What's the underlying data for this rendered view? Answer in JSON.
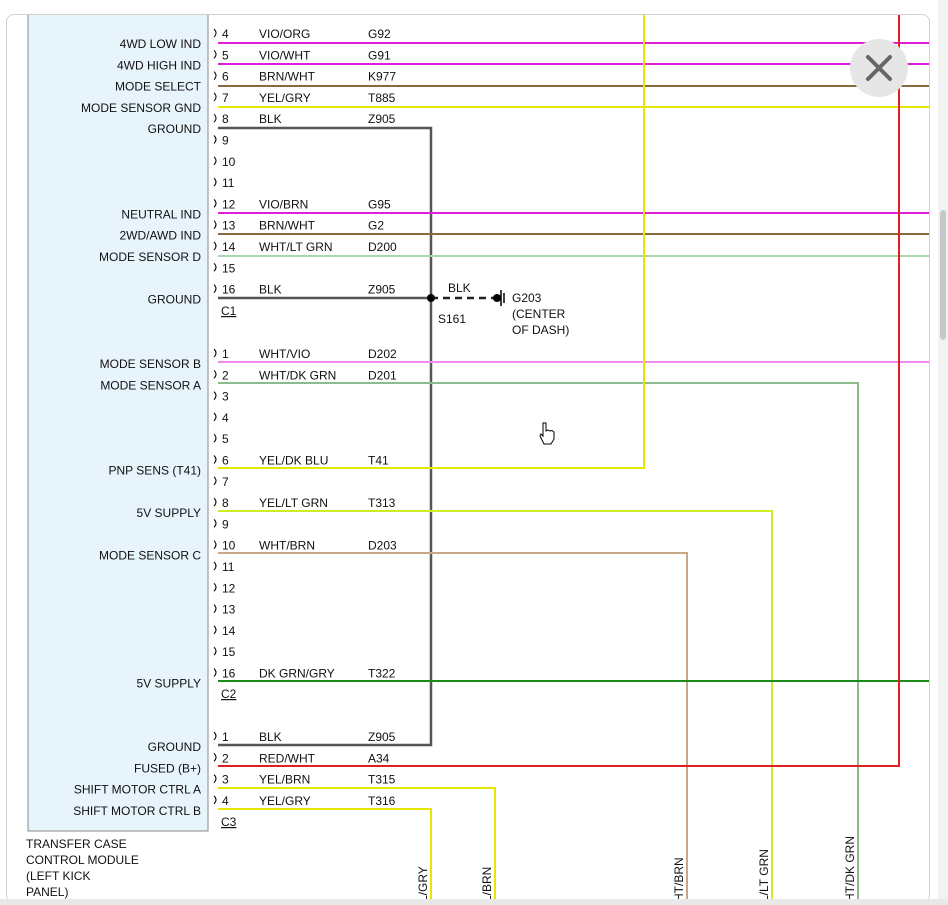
{
  "module": {
    "name_lines": [
      "TRANSFER CASE",
      "CONTROL MODULE",
      "(LEFT KICK",
      "PANEL)"
    ]
  },
  "connectors": [
    {
      "id": "C1",
      "pins": [
        {
          "pin": "4",
          "label": "4WD LOW IND",
          "color": "VIO/ORG",
          "circuit": "G92"
        },
        {
          "pin": "5",
          "label": "4WD HIGH IND",
          "color": "VIO/WHT",
          "circuit": "G91"
        },
        {
          "pin": "6",
          "label": "MODE SELECT",
          "color": "BRN/WHT",
          "circuit": "K977"
        },
        {
          "pin": "7",
          "label": "MODE SENSOR GND",
          "color": "YEL/GRY",
          "circuit": "T885"
        },
        {
          "pin": "8",
          "label": "GROUND",
          "color": "BLK",
          "circuit": "Z905"
        },
        {
          "pin": "9"
        },
        {
          "pin": "10"
        },
        {
          "pin": "11"
        },
        {
          "pin": "12",
          "label": "NEUTRAL IND",
          "color": "VIO/BRN",
          "circuit": "G95"
        },
        {
          "pin": "13",
          "label": "2WD/AWD IND",
          "color": "BRN/WHT",
          "circuit": "G2"
        },
        {
          "pin": "14",
          "label": "MODE SENSOR D",
          "color": "WHT/LT GRN",
          "circuit": "D200"
        },
        {
          "pin": "15"
        },
        {
          "pin": "16",
          "label": "GROUND",
          "color": "BLK",
          "circuit": "Z905"
        }
      ]
    },
    {
      "id": "C2",
      "pins": [
        {
          "pin": "1",
          "label": "MODE SENSOR B",
          "color": "WHT/VIO",
          "circuit": "D202"
        },
        {
          "pin": "2",
          "label": "MODE SENSOR A",
          "color": "WHT/DK GRN",
          "circuit": "D201"
        },
        {
          "pin": "3"
        },
        {
          "pin": "4"
        },
        {
          "pin": "5"
        },
        {
          "pin": "6",
          "label": "PNP SENS (T41)",
          "color": "YEL/DK BLU",
          "circuit": "T41"
        },
        {
          "pin": "7"
        },
        {
          "pin": "8",
          "label": "5V SUPPLY",
          "color": "YEL/LT GRN",
          "circuit": "T313"
        },
        {
          "pin": "9"
        },
        {
          "pin": "10",
          "label": "MODE SENSOR C",
          "color": "WHT/BRN",
          "circuit": "D203"
        },
        {
          "pin": "11"
        },
        {
          "pin": "12"
        },
        {
          "pin": "13"
        },
        {
          "pin": "14"
        },
        {
          "pin": "15"
        },
        {
          "pin": "16",
          "label": "5V SUPPLY",
          "color": "DK GRN/GRY",
          "circuit": "T322"
        }
      ]
    },
    {
      "id": "C3",
      "pins": [
        {
          "pin": "1",
          "label": "GROUND",
          "color": "BLK",
          "circuit": "Z905"
        },
        {
          "pin": "2",
          "label": "FUSED (B+)",
          "color": "RED/WHT",
          "circuit": "A34"
        },
        {
          "pin": "3",
          "label": "SHIFT MOTOR CTRL A",
          "color": "YEL/BRN",
          "circuit": "T315"
        },
        {
          "pin": "4",
          "label": "SHIFT MOTOR CTRL B",
          "color": "YEL/GRY",
          "circuit": "T316"
        }
      ]
    }
  ],
  "splice": {
    "id": "S161",
    "wire_color": "BLK"
  },
  "ground": {
    "id": "G203",
    "location_lines": [
      "(CENTER",
      "OF DASH)"
    ]
  },
  "bottom_wire_labels": [
    "L/GRY",
    "L/BRN",
    "HT/BRN",
    "L/LT GRN",
    "HT/DK GRN"
  ],
  "top_partial_pin": "",
  "wire_colors": {
    "violet": "#e020d8",
    "pink": "#f08cf0",
    "brown": "#8a6a3a",
    "tan": "#c8a888",
    "yellow": "#e6e600",
    "black": "#555555",
    "light_green": "#a8d8a8",
    "green_gray": "#8cbc8c",
    "dark_green": "#1a8a1a",
    "yellow_green": "#ccee22",
    "red": "#e02020",
    "module_fill": "#e8f4fc"
  },
  "close_button": {
    "icon": "close-icon"
  }
}
